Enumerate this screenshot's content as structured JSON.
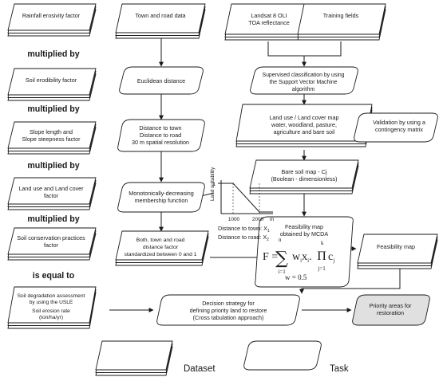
{
  "left_column": {
    "factors": [
      {
        "lines": [
          "Rainfall erosivity factor"
        ]
      },
      {
        "lines": [
          "Soil erodibility factor"
        ]
      },
      {
        "lines": [
          "Slope length and",
          "Slope steepness factor"
        ]
      },
      {
        "lines": [
          "Land use and Land cover",
          "factor"
        ]
      },
      {
        "lines": [
          "Soil conservation practices",
          "factor"
        ]
      }
    ],
    "operators": [
      "multiplied by",
      "multiplied by",
      "multiplied by",
      "multiplied by",
      "is equal to"
    ],
    "result": {
      "lines": [
        "Soil degradation assessment",
        "by using the USLE",
        "Soil erosion rate",
        "(ton/ha/yr)"
      ]
    }
  },
  "middle_column": {
    "input": {
      "lines": [
        "Town and road data"
      ]
    },
    "euclidean": {
      "lines": [
        "Euclidean distance"
      ]
    },
    "distance": {
      "lines": [
        "Distance to town",
        "Distance to road",
        "30 m spatial resolution"
      ]
    },
    "membership": {
      "lines": [
        "Monotonically-decreasing",
        "membership function"
      ]
    },
    "standardized": {
      "lines": [
        "Both, town and road",
        "distance factor",
        "standardized between 0 and 1"
      ]
    },
    "decision": {
      "lines": [
        "Decision strategy for",
        "defining priority land to restore",
        "(Cross tabulation approach)"
      ]
    }
  },
  "membership_graph": {
    "ylabel": "Land suitability",
    "y_tick": "1",
    "x_ticks": [
      "1000",
      "2000"
    ],
    "x_unit": "m",
    "caption_town": "Distance to town: X",
    "caption_town_sub": "1",
    "caption_road": "Distance to road: X",
    "caption_road_sub": "2"
  },
  "right_column": {
    "landsat": {
      "lines": [
        "Landsat 8 OLI",
        "TOA reflectance"
      ]
    },
    "training": {
      "lines": [
        "Training fields"
      ]
    },
    "svm": {
      "lines": [
        "Supervised classification by using",
        "the Support Vector Machine",
        "algorithm"
      ]
    },
    "landcover": {
      "lines": [
        "Land use / Land cover map",
        "water, woodland, pasture,",
        "agriculture and bare soil"
      ]
    },
    "validation": {
      "lines": [
        "Validation by using a",
        "contingency matrix"
      ]
    },
    "baresoil": {
      "lines": [
        "Bare soil map - Cj",
        "(Boolean - dimensionless)"
      ]
    },
    "feasibility_task": {
      "lines": [
        "Feasibility map",
        "obtained by MCDA"
      ]
    },
    "formula": {
      "f": "F =",
      "sigma_top": "n",
      "sigma_bottom": "i=1",
      "terms": "w",
      "pi_top": "k",
      "pi_bottom": "j=1",
      "weight": "w = 0.5"
    },
    "feasibility_map": {
      "lines": [
        "Feasibility map"
      ]
    },
    "priority": {
      "lines": [
        "Priority areas for",
        "restoration"
      ],
      "fill": "#e0e0e0"
    }
  },
  "legend": {
    "dataset_label": "Dataset",
    "task_label": "Task"
  }
}
